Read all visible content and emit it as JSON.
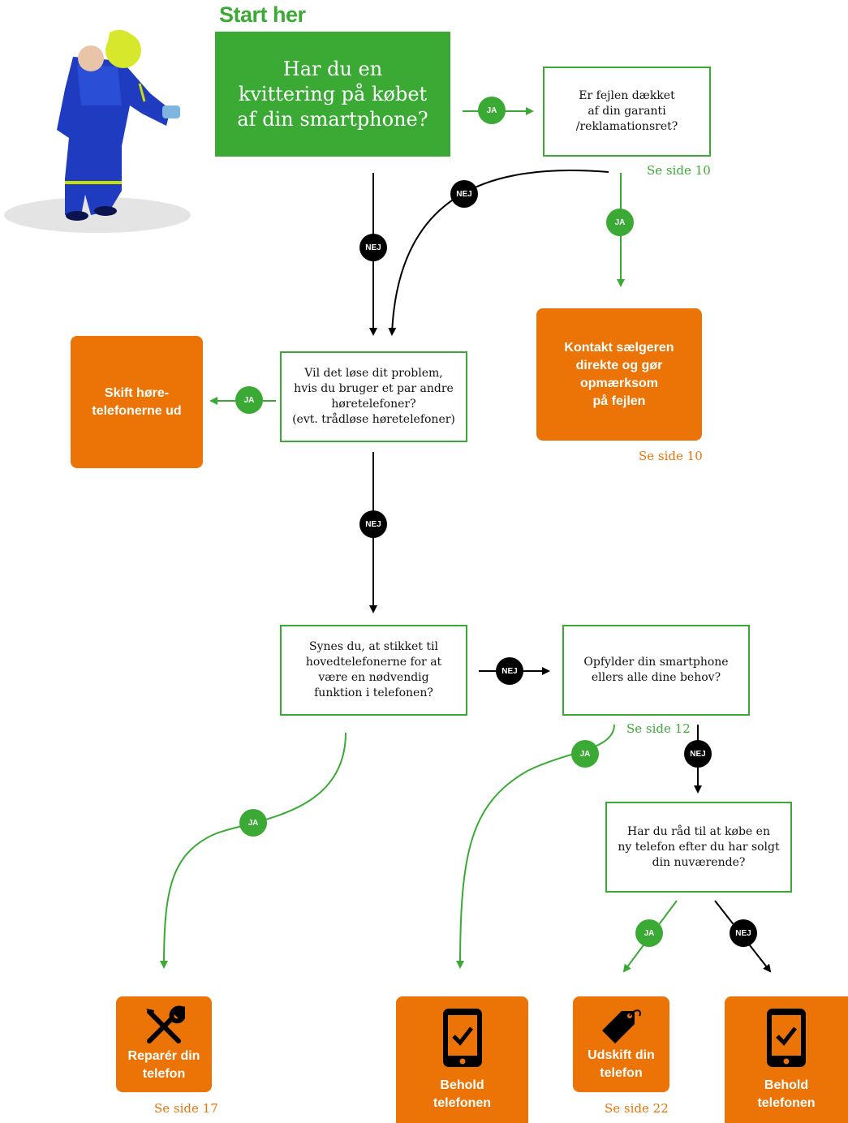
{
  "start": {
    "title": "Start her",
    "question": "Har du en\nkvittering på købet\naf din smartphone?"
  },
  "questions": {
    "warranty": "Er fejlen dækket\naf din garanti\n/reklamationsret?",
    "headphones": "Vil det løse dit problem,\nhvis du bruger et par andre\nhøretelefoner?\n(evt. trådløse høretelefoner)",
    "jack": "Synes du, at stikket til\nhovedtelefonerne for at\nvære en nødvendig\nfunktion i telefonen?",
    "needs": "Opfylder din smartphone\nellers alle dine behov?",
    "afford": "Har du råd til at købe en\nny telefon efter du har solgt\ndin nuværende?"
  },
  "outcomes": {
    "contact_seller": "Kontakt sælgeren\ndirekte og gør\nopmærksom\npå fejlen",
    "swap_headphones": "Skift høre-\ntelefonerne ud",
    "repair": "Reparér din\ntelefon",
    "keep_1": "Behold\ntelefonen",
    "replace": "Udskift din\ntelefon",
    "keep_2": "Behold\ntelefonen"
  },
  "references": {
    "warranty_ref": "Se side 10",
    "contact_ref": "Se side 10",
    "needs_ref": "Se side 12",
    "repair_ref": "Se side 17",
    "replace_ref": "Se side 22"
  },
  "labels": {
    "yes": "JA",
    "no": "NEJ"
  },
  "colors": {
    "green": "#3aaa35",
    "orange": "#ec7306",
    "black": "#000000"
  },
  "icons": [
    "tools-icon",
    "phone-check-icon",
    "price-tag-icon",
    "phone-check-icon"
  ]
}
